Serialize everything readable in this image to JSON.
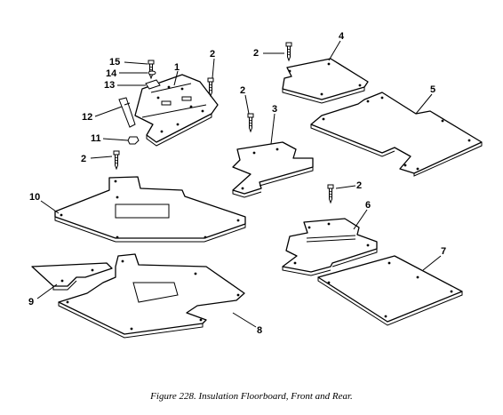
{
  "figure": {
    "caption": "Figure 228.  Insulation Floorboard, Front and Rear.",
    "callouts": [
      "1",
      "2",
      "3",
      "4",
      "5",
      "6",
      "7",
      "8",
      "9",
      "10",
      "11",
      "12",
      "13",
      "14",
      "15"
    ]
  }
}
